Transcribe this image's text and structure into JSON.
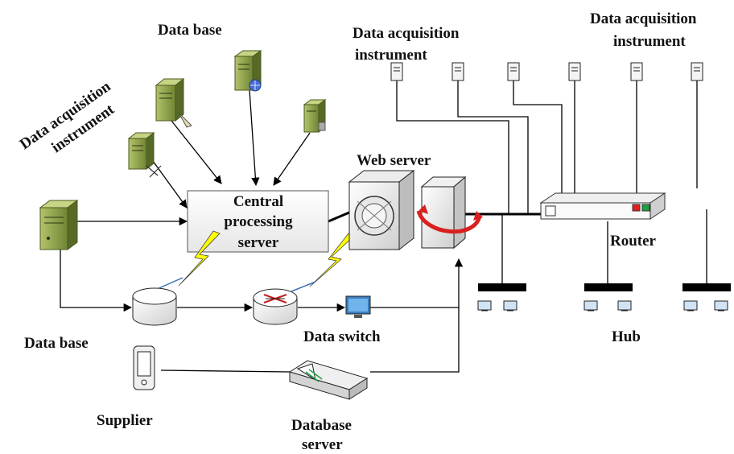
{
  "labels": {
    "data_base_top": "Data base",
    "daq_left_line1": "Data acquisition",
    "daq_left_line2": "instrument",
    "daq_mid_line1": "Data acquisition",
    "daq_mid_line2": "instrument",
    "daq_right_line1": "Data acquisition",
    "daq_right_line2": "instrument",
    "web_server": "Web server",
    "central_line1": "Central",
    "central_line2": "processing",
    "central_line3": "server",
    "router": "Router",
    "data_base_bottom": "Data base",
    "data_switch": "Data switch",
    "hub": "Hub",
    "supplier": "Supplier",
    "database_server_line1": "Database",
    "database_server_line2": "server"
  },
  "colors": {
    "server_green": "#8da34a",
    "server_green_dark": "#5c6e2a",
    "lightning_yellow": "#ffff00",
    "router_red": "#e02020",
    "router_green": "#20a040",
    "monitor_blue": "#3a7fc0",
    "rotate_red": "#d92020"
  }
}
